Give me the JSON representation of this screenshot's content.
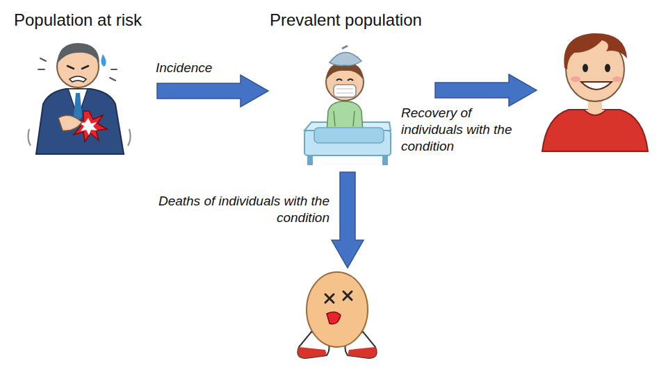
{
  "diagram": {
    "nodes": [
      {
        "text": [
          "Population at risk"
        ]
      },
      {
        "text": [
          "Prevalent population"
        ]
      },
      {
        "text": []
      },
      {
        "text": []
      }
    ],
    "edges": [
      {
        "from": 0,
        "to": 1,
        "arrow": "to",
        "label": "Incidence"
      },
      {
        "from": 1,
        "to": 2,
        "arrow": "to",
        "label": "Recovery of individuals with the condition"
      },
      {
        "from": 1,
        "to": 3,
        "arrow": "to",
        "label": "Deaths of individuals with the condition"
      }
    ]
  }
}
